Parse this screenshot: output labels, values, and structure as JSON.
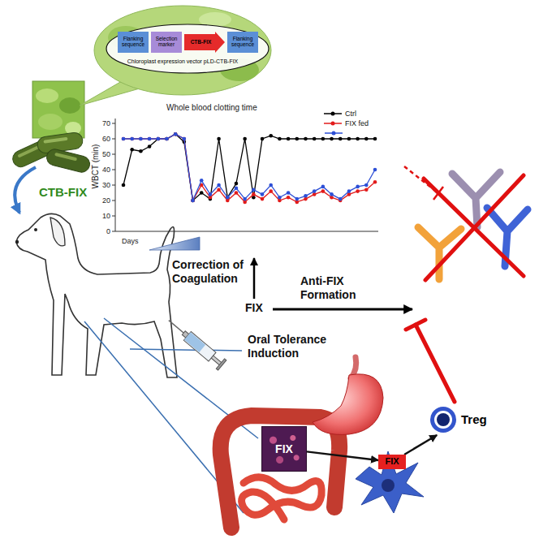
{
  "diagram": {
    "nodes": [
      {
        "text": [
          "Chloroplast expression vector pLD-CTB-FIX"
        ]
      },
      {
        "text": [
          "Flanking sequence"
        ],
        "in": 0
      },
      {
        "text": [
          "Selection marker"
        ],
        "in": 0
      },
      {
        "text": [
          "CTB-FIX"
        ],
        "in": 0
      },
      {
        "text": [
          "Flanking sequence"
        ],
        "in": 0
      },
      {
        "text": [
          "Treg"
        ]
      },
      {
        "text": [
          "FIX"
        ]
      },
      {
        "text": [
          "FIX"
        ]
      }
    ],
    "edges": [
      {
        "from": 7,
        "to": 6,
        "arrow": "to"
      },
      {
        "from": 6,
        "to": 5,
        "arrow": "to"
      }
    ],
    "labels": [
      "CTB-FIX",
      "Whole blood clotting time",
      "WBCT (min)",
      "70",
      "60",
      "50",
      "40",
      "30",
      "20",
      "10",
      "0",
      "Days",
      "Correction of Coagulation",
      "FIX",
      "Anti-FIX Formation",
      "Oral Tolerance Induction"
    ],
    "legend": [
      {
        "text": "Ctrl"
      },
      {
        "text": "FIX fed"
      }
    ]
  }
}
